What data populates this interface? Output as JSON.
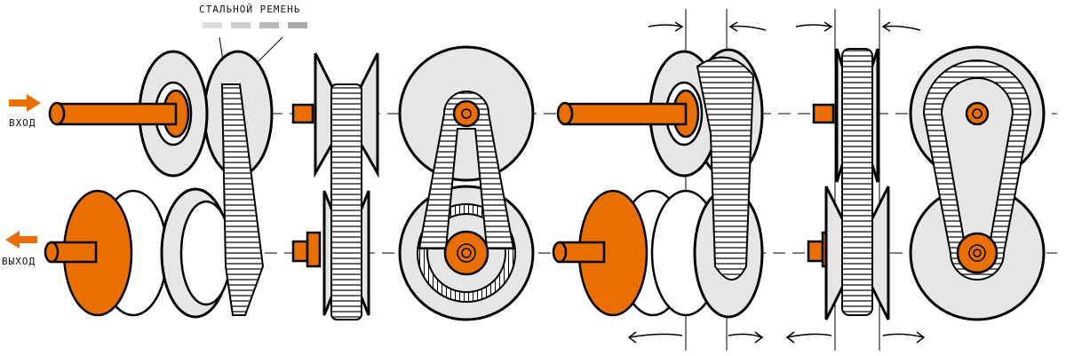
{
  "labels": {
    "belt": "СТАЛЬНОЙ РЕМЕНЬ",
    "input": "ВХОД",
    "output": "ВЫХОД"
  },
  "colors": {
    "accent": "#e86f00",
    "disk": "#e6e6e6",
    "line": "#000000"
  }
}
